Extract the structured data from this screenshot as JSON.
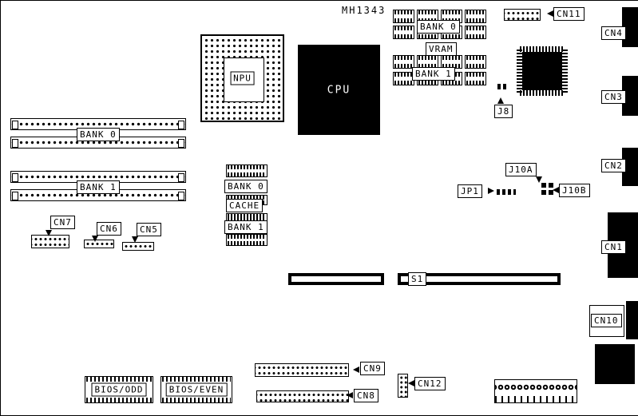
{
  "title": "MH1343",
  "colors": {
    "line": "#000000",
    "background": "#ffffff"
  },
  "labels": {
    "npu": "NPU",
    "cpu": "CPU",
    "vram": "VRAM",
    "vram_bank0": "BANK 0",
    "vram_bank1": "BANK 1",
    "simm_bank0": "BANK 0",
    "simm_bank1": "BANK 1",
    "cache_bank0": "BANK 0",
    "cache": "CACHE",
    "cache_bank1": "BANK 1",
    "bios_odd": "BIOS/ODD",
    "bios_even": "BIOS/EVEN",
    "cn1": "CN1",
    "cn2": "CN2",
    "cn3": "CN3",
    "cn4": "CN4",
    "cn5": "CN5",
    "cn6": "CN6",
    "cn7": "CN7",
    "cn8": "CN8",
    "cn9": "CN9",
    "cn10": "CN10",
    "cn11": "CN11",
    "cn12": "CN12",
    "j8": "J8",
    "j10a": "J10A",
    "j10b": "J10B",
    "jp1": "JP1",
    "s1": "S1"
  }
}
